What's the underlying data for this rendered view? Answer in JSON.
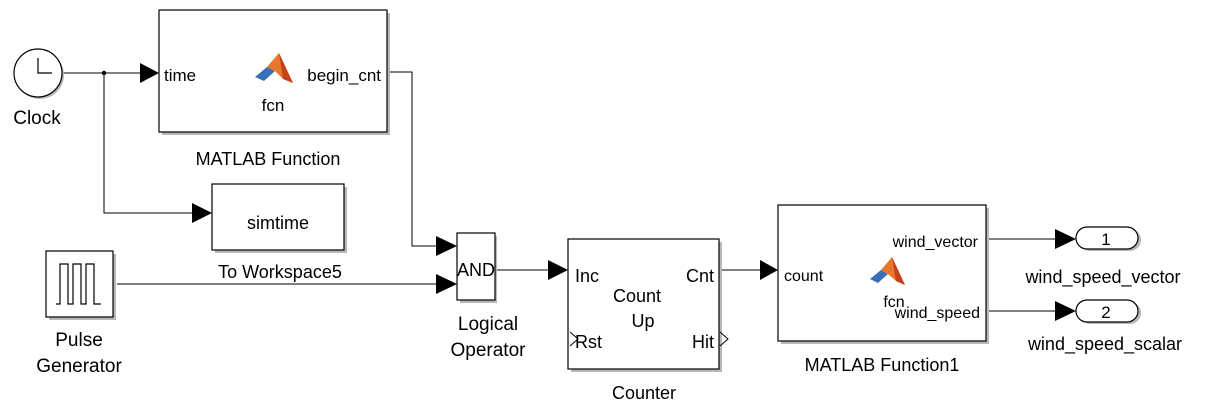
{
  "diagram": {
    "clock": {
      "label": "Clock"
    },
    "matlab_fn": {
      "name": "MATLAB Function",
      "in_port": "time",
      "out_port": "begin_cnt",
      "fcn": "fcn"
    },
    "to_workspace": {
      "name": "To Workspace5",
      "var": "simtime"
    },
    "pulse": {
      "name_line1": "Pulse",
      "name_line2": "Generator"
    },
    "logical": {
      "op": "AND",
      "name_line1": "Logical",
      "name_line2": "Operator"
    },
    "counter": {
      "name": "Counter",
      "in_inc": "Inc",
      "in_rst": "Rst",
      "out_cnt": "Cnt",
      "out_hit": "Hit",
      "body_line1": "Count",
      "body_line2": "Up"
    },
    "matlab_fn1": {
      "name": "MATLAB Function1",
      "in_port": "count",
      "out_vector": "wind_vector",
      "out_speed": "wind_speed",
      "fcn": "fcn"
    },
    "outport1": {
      "num": "1",
      "name": "wind_speed_vector"
    },
    "outport2": {
      "num": "2",
      "name": "wind_speed_scalar"
    }
  }
}
